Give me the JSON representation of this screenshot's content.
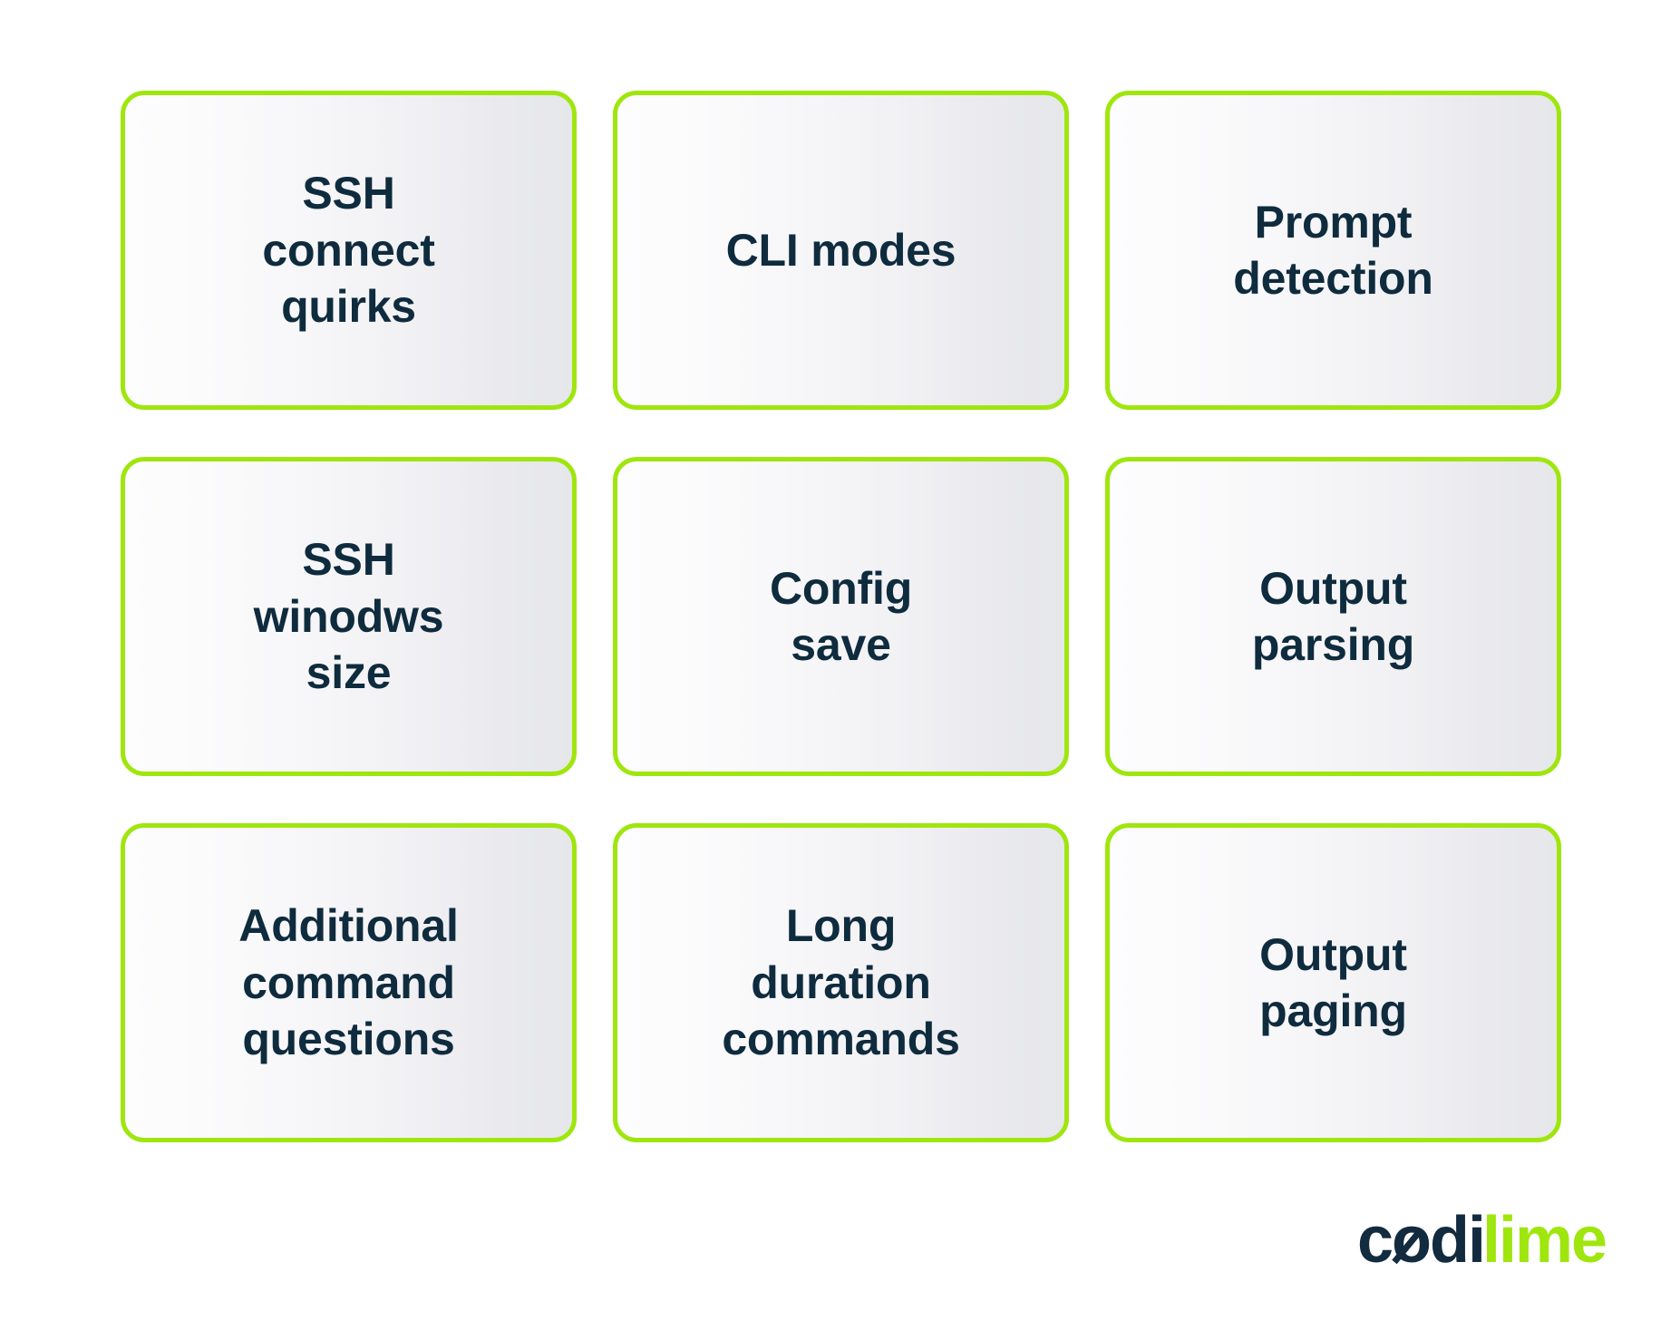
{
  "page": {
    "background_color": "#ffffff",
    "accent_color": "#9FE60E",
    "text_color": "#0F2B3E",
    "card_gradient_from": "#FDFDFE",
    "card_gradient_to": "#E6E7EA"
  },
  "grid": {
    "columns": 3,
    "rows": 3,
    "cards": [
      {
        "id": "ssh-connect-quirks",
        "label": "SSH\nconnect\nquirks",
        "row": 1,
        "column": 1
      },
      {
        "id": "cli-modes",
        "label": "CLI modes",
        "row": 1,
        "column": 2
      },
      {
        "id": "prompt-detection",
        "label": "Prompt\ndetection",
        "row": 1,
        "column": 3
      },
      {
        "id": "ssh-winodws-size",
        "label": "SSH\nwinodws\nsize",
        "row": 2,
        "column": 1
      },
      {
        "id": "config-save",
        "label": "Config\nsave",
        "row": 2,
        "column": 2
      },
      {
        "id": "output-parsing",
        "label": "Output\nparsing",
        "row": 2,
        "column": 3
      },
      {
        "id": "additional-command-questions",
        "label": "Additional\ncommand\nquestions",
        "row": 3,
        "column": 1
      },
      {
        "id": "long-duration-commands",
        "label": "Long\nduration\ncommands",
        "row": 3,
        "column": 2
      },
      {
        "id": "output-paging",
        "label": "Output\npaging",
        "row": 3,
        "column": 3
      }
    ]
  },
  "logo": {
    "name": "codilime",
    "part_dark": "codi",
    "part_lime": "lime",
    "dark_color": "#132B3F",
    "lime_color": "#9FE60E"
  }
}
